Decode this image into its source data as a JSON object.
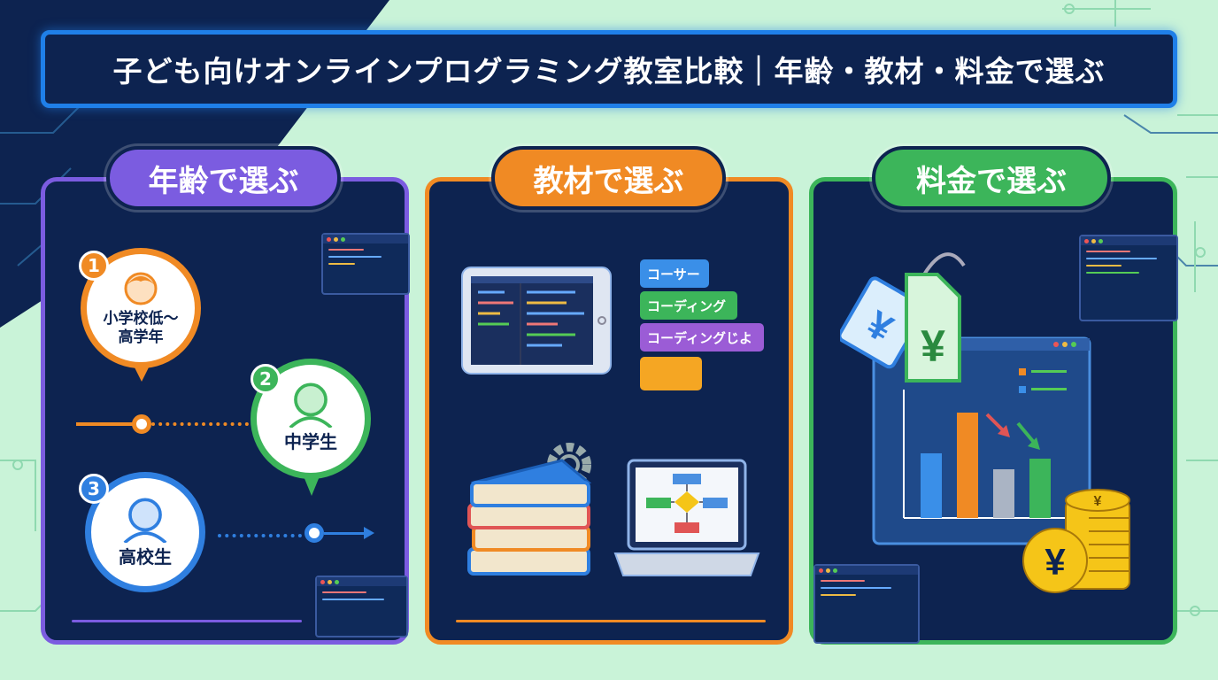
{
  "title": "子ども向けオンラインプログラミング教室比較｜年齢・教材・料金で選ぶ",
  "colors": {
    "age": "#7b5ce0",
    "material": "#f08a24",
    "price": "#3cb55a",
    "navy": "#0d2350",
    "accent": "#1f7fe8"
  },
  "panels": {
    "age": {
      "label": "年齢で選ぶ",
      "stages": [
        {
          "number": "1",
          "label": "小学校低〜\n高学年",
          "color": "#f08a24"
        },
        {
          "number": "2",
          "label": "中学生",
          "color": "#3cb55a"
        },
        {
          "number": "3",
          "label": "高校生",
          "color": "#2f7fe0"
        }
      ]
    },
    "material": {
      "label": "教材で選ぶ",
      "blocks": [
        "コーサー",
        "コーディング",
        "コーディングじよ"
      ]
    },
    "price": {
      "label": "料金で選ぶ",
      "currency_symbol": "¥"
    }
  }
}
